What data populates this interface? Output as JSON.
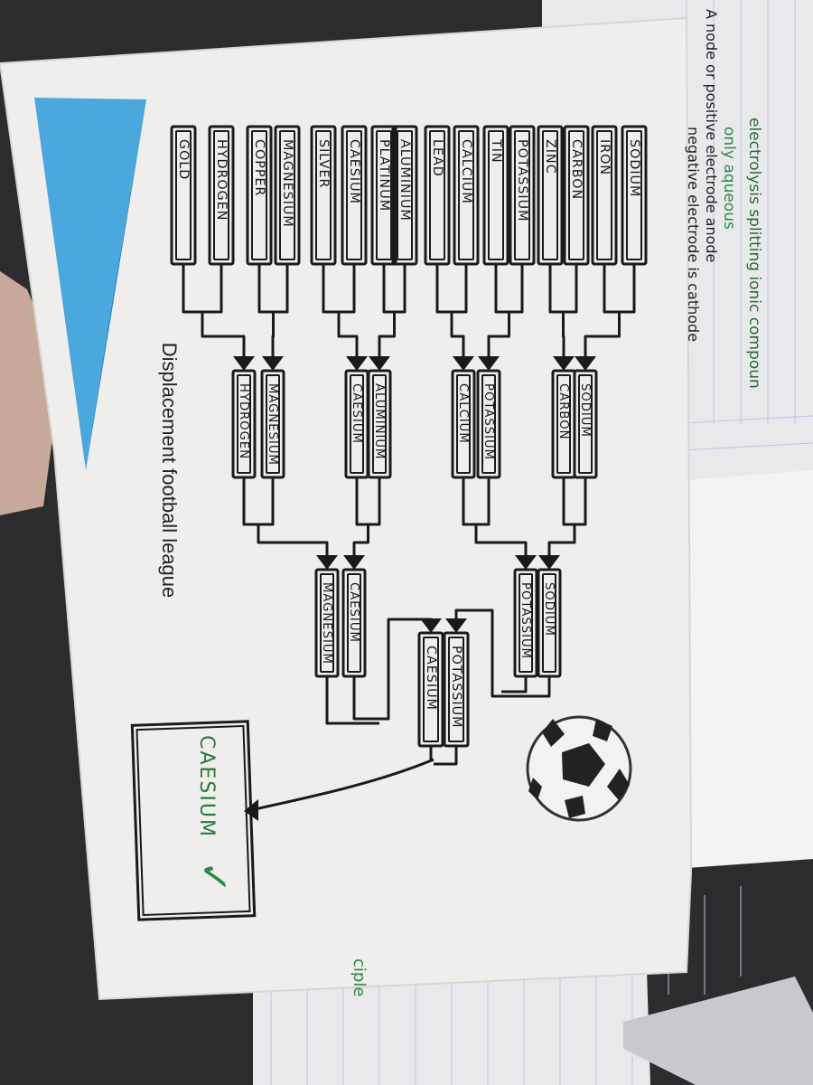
{
  "sheet": {
    "title": "Displacement football league"
  },
  "round1": [
    "SODIUM",
    "IRON",
    "CARBON",
    "ZINC",
    "POTASSIUM",
    "TIN",
    "CALCIUM",
    "LEAD",
    "ALUMINIUM",
    "PLATINUM",
    "CAESIUM",
    "SILVER",
    "MAGNESIUM",
    "COPPER",
    "HYDROGEN",
    "GOLD"
  ],
  "round2": [
    "SODIUM",
    "CARBON",
    "POTASSIUM",
    "CALCIUM",
    "ALUMINIUM",
    "CAESIUM",
    "MAGNESIUM",
    "HYDROGEN"
  ],
  "round3": [
    "SODIUM",
    "POTASSIUM",
    "CAESIUM",
    "MAGNESIUM"
  ],
  "semifinal": [
    "POTASSIUM",
    "CAESIUM"
  ],
  "winner": "CAESIUM",
  "teacher_mark": "✓",
  "notebook": {
    "lines": [
      "electrolysis  splitting ionic compoun",
      "only  aqueous",
      "A node or positive electrode anode",
      "negative electrode is cathode"
    ],
    "margin_word": "ciple"
  },
  "colors": {
    "paper": "#efeeec",
    "ink": "#1a1a1a",
    "green_pen": "#2a8a4a",
    "blue_triangle": "#4aa8dd"
  }
}
